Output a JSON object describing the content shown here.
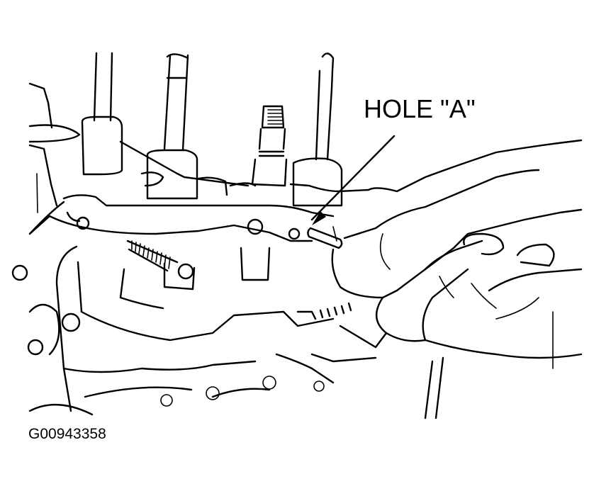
{
  "figure": {
    "callout": {
      "label": "HOLE \"A\"",
      "arrow_color": "#000000"
    },
    "figure_id": "G00943358",
    "description": "Line drawing of a hand inserting a pin into Hole A on a valve body plate",
    "colors": {
      "line": "#000000",
      "background": "#ffffff"
    }
  }
}
